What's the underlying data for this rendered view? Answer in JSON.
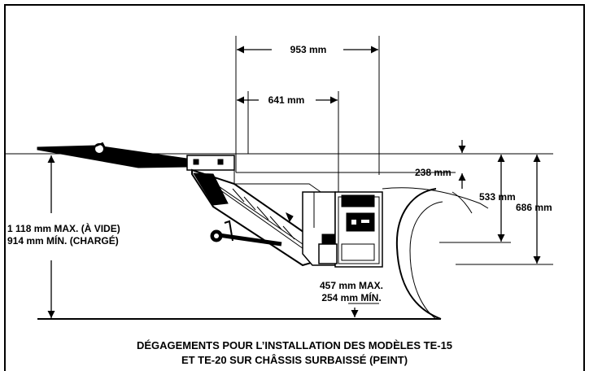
{
  "dimensions": {
    "d953": "953 mm",
    "d641": "641 mm",
    "d238": "238 mm",
    "d533": "533 mm",
    "d686": "686 mm",
    "bed_height_max": "1 118 mm MAX. (À VIDE)",
    "bed_height_min": "914 mm MÍN. (CHARGÉ)",
    "ground_clear_max": "457 mm MAX.",
    "ground_clear_min": "254 mm MÍN."
  },
  "caption": {
    "line1": "DÉGAGEMENTS POUR L’INSTALLATION DES MODÈLES TE-15",
    "line2": "ET TE-20 SUR CHÂSSIS SURBAISSÉ (PEINT)"
  }
}
